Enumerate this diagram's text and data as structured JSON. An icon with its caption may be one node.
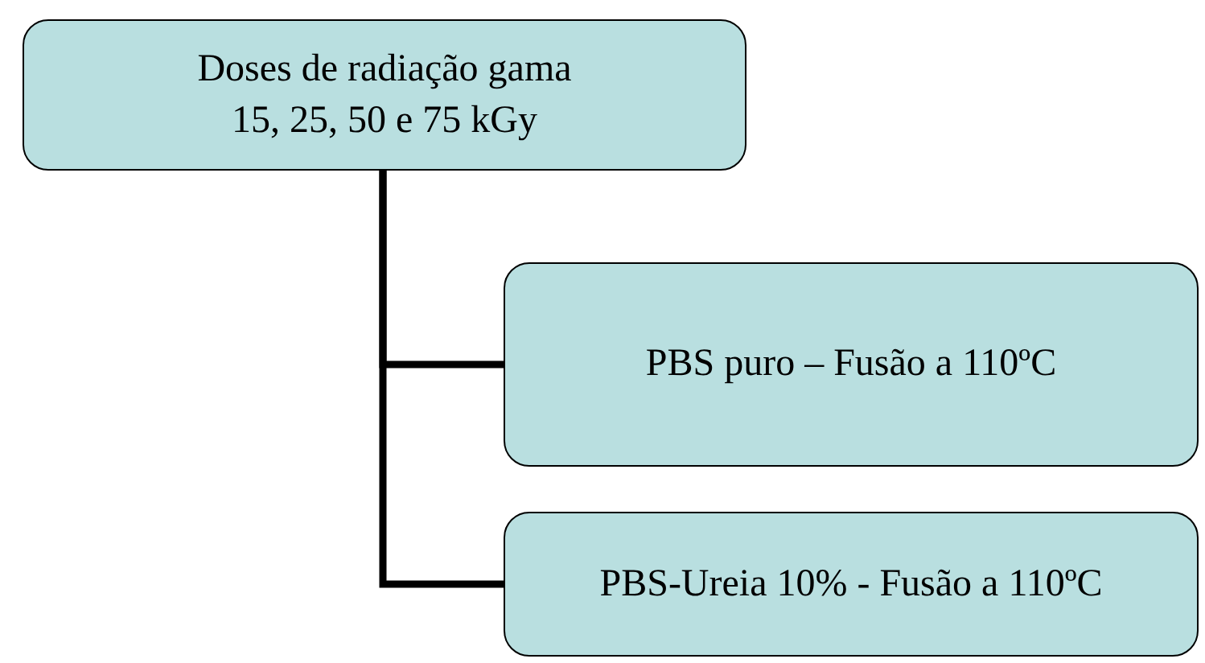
{
  "diagram": {
    "nodes": [
      {
        "text": [
          "Doses de radiação gama 15, 25, 50 e 75 kGy"
        ]
      },
      {
        "text": [
          "PBS puro – Fusão a 110ºC"
        ]
      },
      {
        "text": [
          "PBS-Ureia 10% - Fusão a 110ºC"
        ]
      }
    ],
    "edges": [
      {
        "from": 0,
        "to": 1,
        "arrow": "none"
      },
      {
        "from": 0,
        "to": 2,
        "arrow": "none"
      }
    ]
  }
}
